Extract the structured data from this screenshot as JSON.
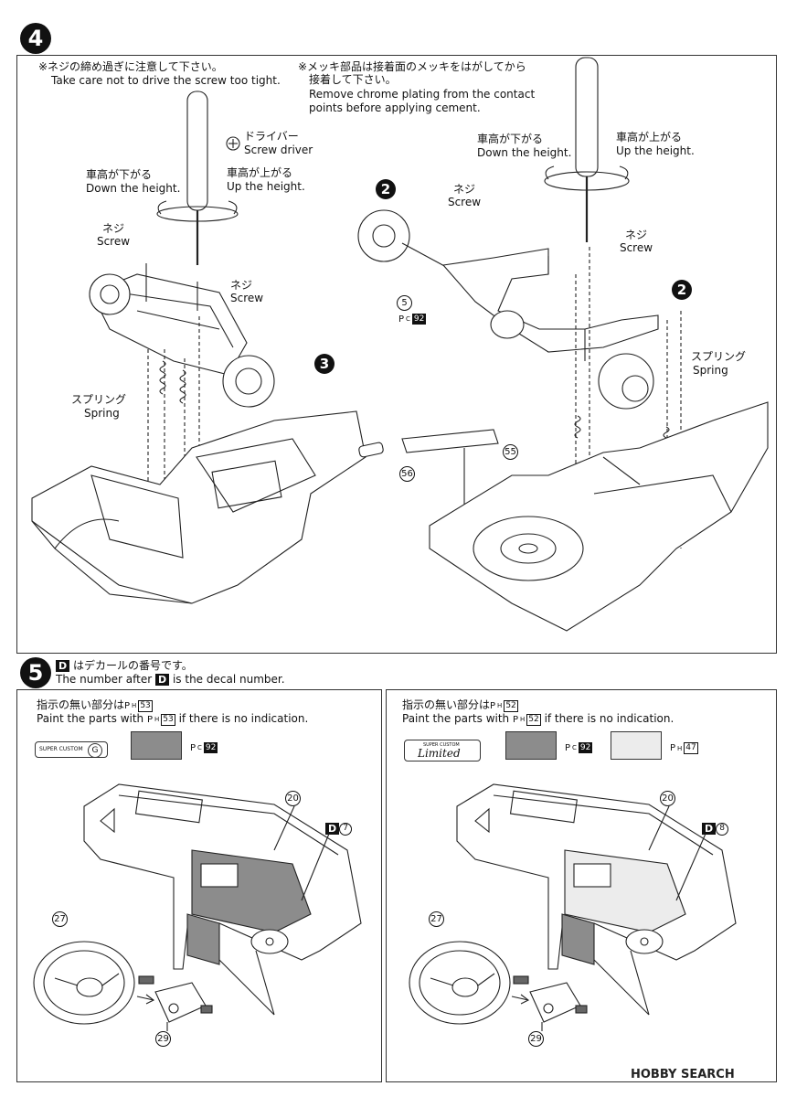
{
  "step4": {
    "number": "4",
    "note_left": {
      "jp": "※ネジの締め過ぎに注意して下さい。",
      "en": "Take care not to drive the screw too tight."
    },
    "note_right": {
      "jp1": "※メッキ部品は接着面のメッキをはがしてから",
      "jp2": "接着して下さい。",
      "en1": "Remove chrome plating from the contact",
      "en2": "points before applying cement."
    },
    "driver": {
      "jp": "ドライバー",
      "en": "Screw driver"
    },
    "down_height": {
      "jp": "車高が下がる",
      "en": "Down the height."
    },
    "up_height": {
      "jp": "車高が上がる",
      "en": "Up the height."
    },
    "screw": {
      "jp": "ネジ",
      "en": "Screw"
    },
    "spring": {
      "jp": "スプリング",
      "en": "Spring"
    },
    "badges": {
      "b2": "2",
      "b3": "3"
    },
    "parts": {
      "p5": "5",
      "p55": "55",
      "p56": "56"
    },
    "paint_ref": {
      "prefix": "P",
      "sub": "C",
      "code": "92"
    }
  },
  "step5": {
    "number": "5",
    "decal_key": "D",
    "intro_jp": "はデカールの番号です。",
    "intro_en_pre": "The number after",
    "intro_en_post": "is the decal number.",
    "left": {
      "jp_pre": "指示の無い部分は",
      "paint_sub": "H",
      "paint_code": "53",
      "en_pre": "Paint the parts with",
      "en_post": "if there is no indication.",
      "logo": "SUPER CUSTOM",
      "logo_mark": "G",
      "swatch_ref": {
        "sub": "C",
        "code": "92"
      },
      "decal_no": "7",
      "parts": {
        "p20": "20",
        "p27": "27",
        "p29": "29"
      }
    },
    "right": {
      "jp_pre": "指示の無い部分は",
      "paint_sub": "H",
      "paint_code": "52",
      "en_pre": "Paint the parts with",
      "en_post": "if there is no indication.",
      "logo": "SUPER CUSTOM",
      "logo_script": "Limited",
      "swatch1_ref": {
        "sub": "C",
        "code": "92"
      },
      "swatch2_ref": {
        "sub": "H",
        "code": "47"
      },
      "decal_no": "8",
      "parts": {
        "p20": "20",
        "p27": "27",
        "p29": "29"
      }
    },
    "colors": {
      "dark_gray": "#8c8c8c",
      "light_gray": "#ececec"
    }
  },
  "watermark": "HOBBY SEARCH"
}
